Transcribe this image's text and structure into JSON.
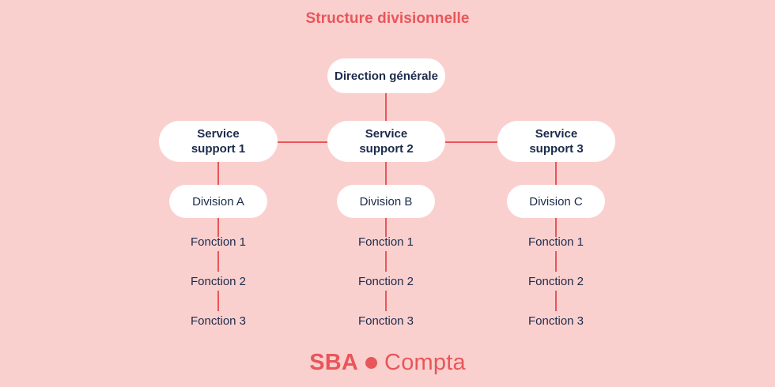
{
  "title": "Structure divisionnelle",
  "colors": {
    "background": "#FAD0CE",
    "accent": "#E8565A",
    "node_text": "#1B2B4B",
    "node_fill": "#FFFFFF",
    "connector": "#E8565A"
  },
  "chart_data": {
    "type": "diagram",
    "diagram_type": "organizational-chart",
    "title": "Structure divisionnelle",
    "levels": [
      "direction",
      "services",
      "divisions",
      "fonctions"
    ],
    "nodes": {
      "direction": "Direction générale",
      "services": [
        "Service support 1",
        "Service support 2",
        "Service support 3"
      ],
      "divisions": [
        "Division A",
        "Division B",
        "Division C"
      ],
      "fonctions": [
        "Fonction 1",
        "Fonction 2",
        "Fonction 3"
      ]
    },
    "columns": [
      {
        "service": "Service support 1",
        "division": "Division A",
        "fonctions": [
          "Fonction 1",
          "Fonction 2",
          "Fonction 3"
        ]
      },
      {
        "service": "Service support 2",
        "division": "Division B",
        "fonctions": [
          "Fonction 1",
          "Fonction 2",
          "Fonction 3"
        ]
      },
      {
        "service": "Service support 3",
        "division": "Division C",
        "fonctions": [
          "Fonction 1",
          "Fonction 2",
          "Fonction 3"
        ]
      }
    ],
    "edges": [
      {
        "from": "Direction générale",
        "to": "Service support 2"
      },
      {
        "from": "Service support 2",
        "to": "Service support 1"
      },
      {
        "from": "Service support 2",
        "to": "Service support 3"
      },
      {
        "from": "Service support 1",
        "to": "Division A"
      },
      {
        "from": "Service support 2",
        "to": "Division B"
      },
      {
        "from": "Service support 3",
        "to": "Division C"
      },
      {
        "from": "Division A",
        "to": "Fonction 1"
      },
      {
        "from": "Fonction 1",
        "to": "Fonction 2"
      },
      {
        "from": "Fonction 2",
        "to": "Fonction 3"
      },
      {
        "from": "Division B",
        "to": "Fonction 1"
      },
      {
        "from": "Division C",
        "to": "Fonction 1"
      }
    ]
  },
  "nodes": {
    "direction": {
      "label_line1": "Direction générale"
    },
    "service1": {
      "label_line1": "Service",
      "label_line2": "support 1"
    },
    "service2": {
      "label_line1": "Service",
      "label_line2": "support 2"
    },
    "service3": {
      "label_line1": "Service",
      "label_line2": "support 3"
    },
    "divisionA": {
      "label": "Division A"
    },
    "divisionB": {
      "label": "Division B"
    },
    "divisionC": {
      "label": "Division C"
    }
  },
  "fonctions": {
    "col1": [
      "Fonction 1",
      "Fonction 2",
      "Fonction 3"
    ],
    "col2": [
      "Fonction 1",
      "Fonction 2",
      "Fonction 3"
    ],
    "col3": [
      "Fonction 1",
      "Fonction 2",
      "Fonction 3"
    ]
  },
  "logo": {
    "brand": "SBA",
    "dot": "dot-icon",
    "product": "Compta"
  }
}
